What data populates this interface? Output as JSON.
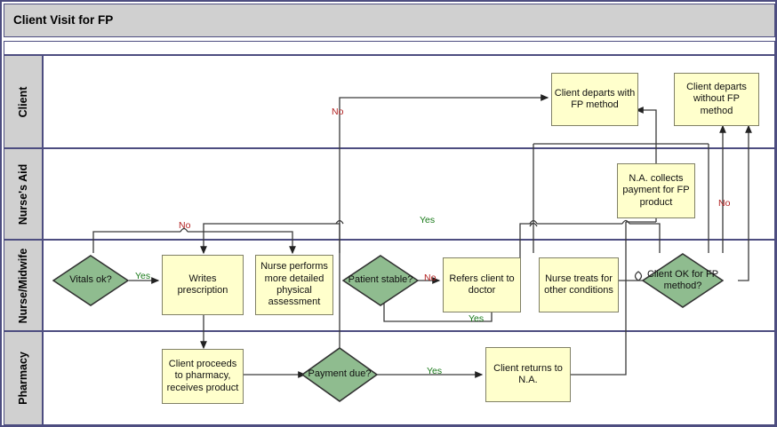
{
  "diagram": {
    "title": "Client Visit for FP",
    "type": "swimlane-flowchart",
    "colors": {
      "process_fill": "#ffffcc",
      "process_stroke": "#808066",
      "decision_fill": "#8fbc8f",
      "decision_stroke": "#333333",
      "lane_header_fill": "#d0d0d0",
      "lane_border": "#4d4d80",
      "yes_label": "#1a7a1a",
      "no_label": "#b22222",
      "connector": "#333333"
    }
  },
  "lanes": [
    {
      "id": "client",
      "label": "Client"
    },
    {
      "id": "nurses_aid",
      "label": "Nurse's Aid"
    },
    {
      "id": "nurse_midwife",
      "label": "Nurse/Midwife"
    },
    {
      "id": "pharmacy",
      "label": "Pharmacy"
    }
  ],
  "nodes": [
    {
      "id": "n_depart_with",
      "lane": "client",
      "shape": "process",
      "text": "Client departs with FP method"
    },
    {
      "id": "n_depart_without",
      "lane": "client",
      "shape": "process",
      "text": "Client departs without FP method"
    },
    {
      "id": "n_na_payment",
      "lane": "nurses_aid",
      "shape": "process",
      "text": "N.A. collects payment for FP product"
    },
    {
      "id": "n_vitals",
      "lane": "nurse_midwife",
      "shape": "decision",
      "text": "Vitals ok?"
    },
    {
      "id": "n_prescription",
      "lane": "nurse_midwife",
      "shape": "process",
      "text": "Writes prescription"
    },
    {
      "id": "n_assessment",
      "lane": "nurse_midwife",
      "shape": "process",
      "text": "Nurse performs more detailed physical assessment"
    },
    {
      "id": "n_stable",
      "lane": "nurse_midwife",
      "shape": "decision",
      "text": "Patient stable?"
    },
    {
      "id": "n_refer",
      "lane": "nurse_midwife",
      "shape": "process",
      "text": "Refers client to doctor"
    },
    {
      "id": "n_treats",
      "lane": "nurse_midwife",
      "shape": "process",
      "text": "Nurse treats for other conditions"
    },
    {
      "id": "n_fp_ok",
      "lane": "nurse_midwife",
      "shape": "decision",
      "text": "Client OK for FP method?"
    },
    {
      "id": "n_pharmacy",
      "lane": "pharmacy",
      "shape": "process",
      "text": "Client proceeds to pharmacy, receives product"
    },
    {
      "id": "n_payment_due",
      "lane": "pharmacy",
      "shape": "decision",
      "text": "Payment due?"
    },
    {
      "id": "n_returns_na",
      "lane": "pharmacy",
      "shape": "process",
      "text": "Client returns to N.A."
    }
  ],
  "edge_labels": [
    {
      "id": "lbl_vitals_yes",
      "text": "Yes",
      "kind": "yes",
      "from": "n_vitals",
      "to": "n_prescription"
    },
    {
      "id": "lbl_vitals_no",
      "text": "No",
      "kind": "no",
      "from": "n_vitals",
      "to": "n_assessment"
    },
    {
      "id": "lbl_stable_no",
      "text": "No",
      "kind": "no",
      "from": "n_stable",
      "to": "n_refer"
    },
    {
      "id": "lbl_stable_yes",
      "text": "Yes",
      "kind": "yes",
      "from": "n_stable",
      "to": "n_prescription"
    },
    {
      "id": "lbl_refer_yes",
      "text": "Yes",
      "kind": "yes",
      "from": "n_refer",
      "to": "n_treats"
    },
    {
      "id": "lbl_fpok_no",
      "text": "No",
      "kind": "no",
      "from": "n_fp_ok",
      "to": "n_depart_without"
    },
    {
      "id": "lbl_payment_yes",
      "text": "Yes",
      "kind": "yes",
      "from": "n_payment_due",
      "to": "n_returns_na"
    },
    {
      "id": "lbl_top_no",
      "text": "No",
      "kind": "no",
      "from": "n_payment_due",
      "to": "n_depart_with"
    }
  ]
}
